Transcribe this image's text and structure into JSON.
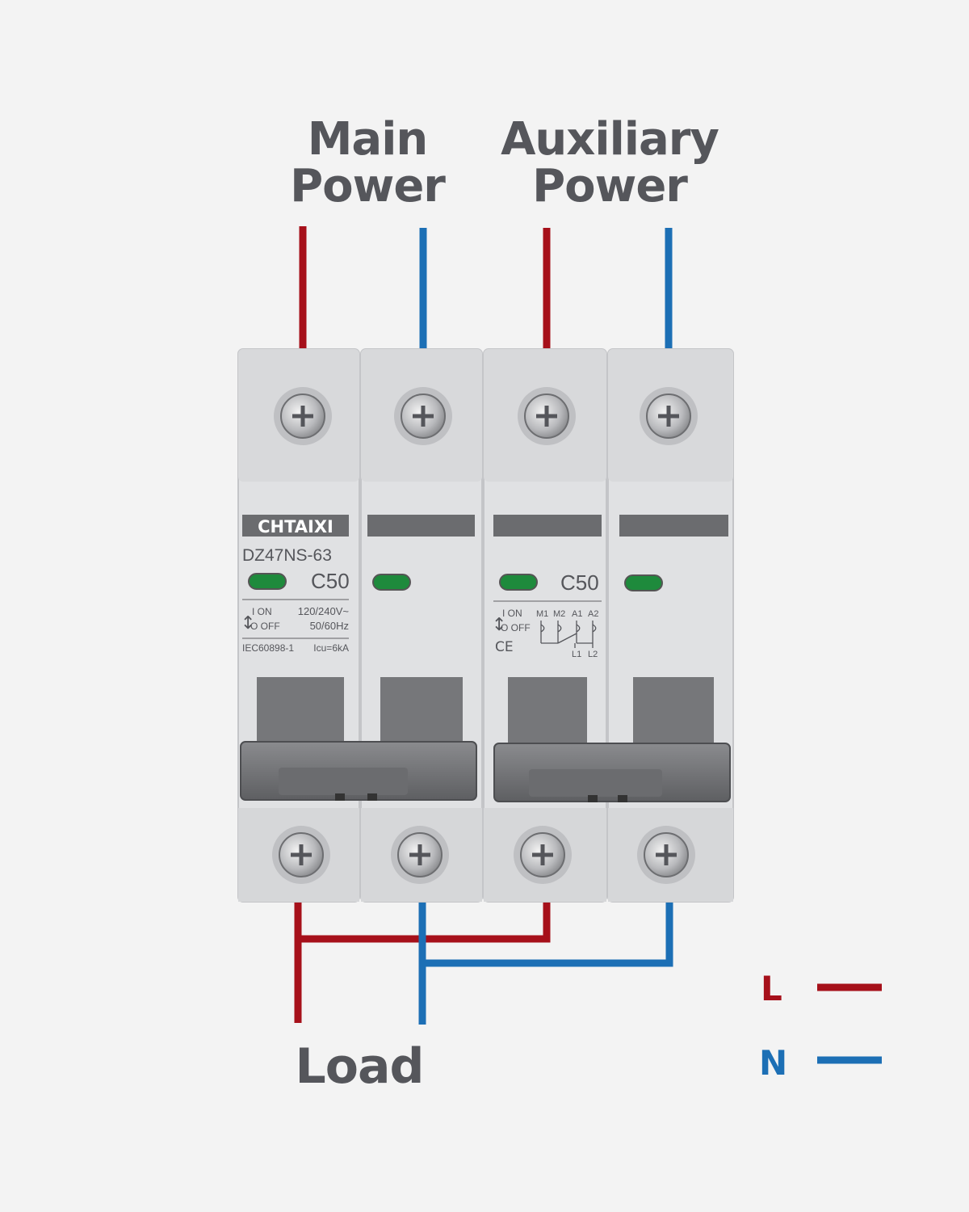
{
  "labels": {
    "main_power": [
      "Main",
      "Power"
    ],
    "auxiliary_power": [
      "Auxiliary",
      "Power"
    ],
    "load": "Load"
  },
  "legend": {
    "live": {
      "letter": "L",
      "color": "#a6101a"
    },
    "neutral": {
      "letter": "N",
      "color": "#1c6fb5"
    }
  },
  "breaker": {
    "brand": "CHTAIXI",
    "model": "DZ47NS-63",
    "rating": "C50",
    "on_label": "I ON",
    "off_label": "O OFF",
    "voltage": "120/240V~",
    "frequency": "50/60Hz",
    "standard": "IEC60898-1",
    "breaking_capacity": "Icu=6kA",
    "ce_mark": "CE",
    "terminals_top": [
      "M1",
      "M2",
      "A1",
      "A2"
    ],
    "terminals_bottom": [
      "L1",
      "L2"
    ]
  },
  "colors": {
    "live_wire": "#a6101a",
    "neutral_wire": "#1c6fb5",
    "housing": "#dfe0e2",
    "handle": "#6f7073",
    "indicator": "#1e8a3c",
    "text": "#55565b"
  }
}
